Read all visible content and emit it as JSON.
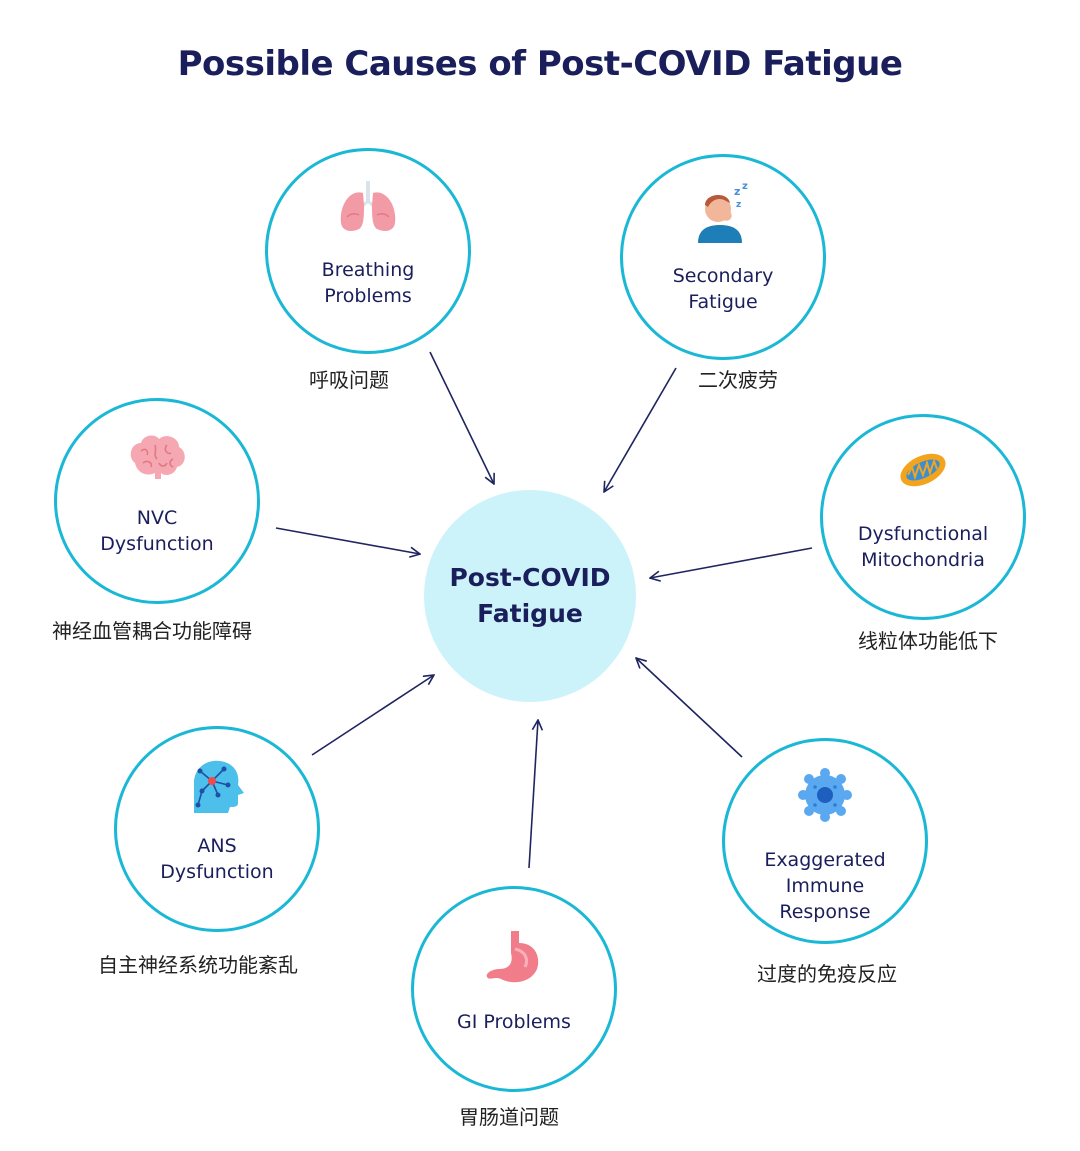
{
  "title": "Possible Causes of Post-COVID Fatigue",
  "center": {
    "label": "Post-COVID\nFatigue"
  },
  "nodes": [
    {
      "id": "breathing",
      "label": "Breathing\nProblems",
      "caption": "呼吸问题",
      "icon": "lungs-icon"
    },
    {
      "id": "secondary",
      "label": "Secondary\nFatigue",
      "caption": "二次疲劳",
      "icon": "sleepy-person-icon"
    },
    {
      "id": "nvc",
      "label": "NVC\nDysfunction",
      "caption": "神经血管耦合功能障碍",
      "icon": "brain-icon"
    },
    {
      "id": "mito",
      "label": "Dysfunctional\nMitochondria",
      "caption": "线粒体功能低下",
      "icon": "mitochondria-icon"
    },
    {
      "id": "ans",
      "label": "ANS\nDysfunction",
      "caption": "自主神经系统功能紊乱",
      "icon": "head-network-icon"
    },
    {
      "id": "immune",
      "label": "Exaggerated\nImmune\nResponse",
      "caption": "过度的免疫反应",
      "icon": "immune-cell-icon"
    },
    {
      "id": "gi",
      "label": "GI Problems",
      "caption": "胃肠道问题",
      "icon": "stomach-icon"
    }
  ],
  "colors": {
    "ring": "#1bb8d6",
    "center_fill": "#cdf3fa",
    "text": "#1a1f5c",
    "arrow": "#1f2560"
  }
}
